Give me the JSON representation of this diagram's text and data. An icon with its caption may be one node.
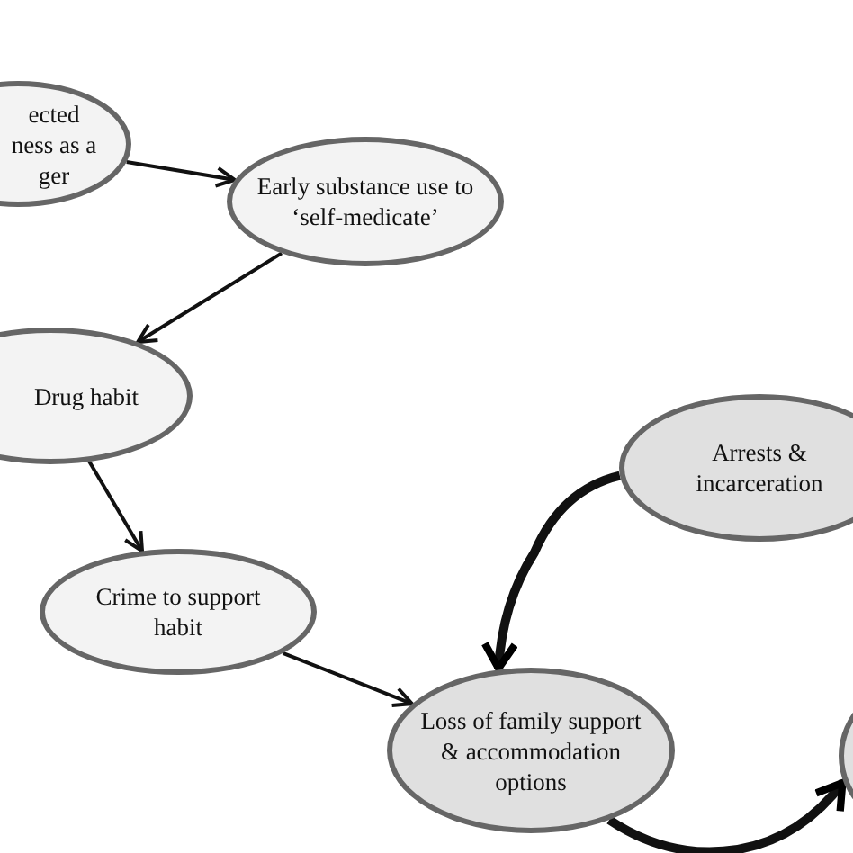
{
  "diagram": {
    "nodes": [
      {
        "text": [
          "ected ness as a ger"
        ]
      },
      {
        "text": [
          "Early substance use to ‘self-medicate’"
        ]
      },
      {
        "text": [
          "Drug habit"
        ]
      },
      {
        "text": [
          "Crime to support habit"
        ]
      },
      {
        "text": [
          "Loss of family support & accommodation options"
        ]
      },
      {
        "text": [
          "Arrests & incarceration"
        ]
      },
      {
        "text": [],
        "shape": "ellipse"
      }
    ],
    "edges": [
      {
        "from": 0,
        "to": 1,
        "arrow": "to"
      },
      {
        "from": 1,
        "to": 2,
        "arrow": "to"
      },
      {
        "from": 2,
        "to": 3,
        "arrow": "to"
      },
      {
        "from": 3,
        "to": 4,
        "arrow": "to"
      },
      {
        "from": 5,
        "to": 4,
        "arrow": "to",
        "style": "thick"
      },
      {
        "from": 4,
        "to": 6,
        "arrow": "to",
        "style": "thick"
      }
    ]
  }
}
